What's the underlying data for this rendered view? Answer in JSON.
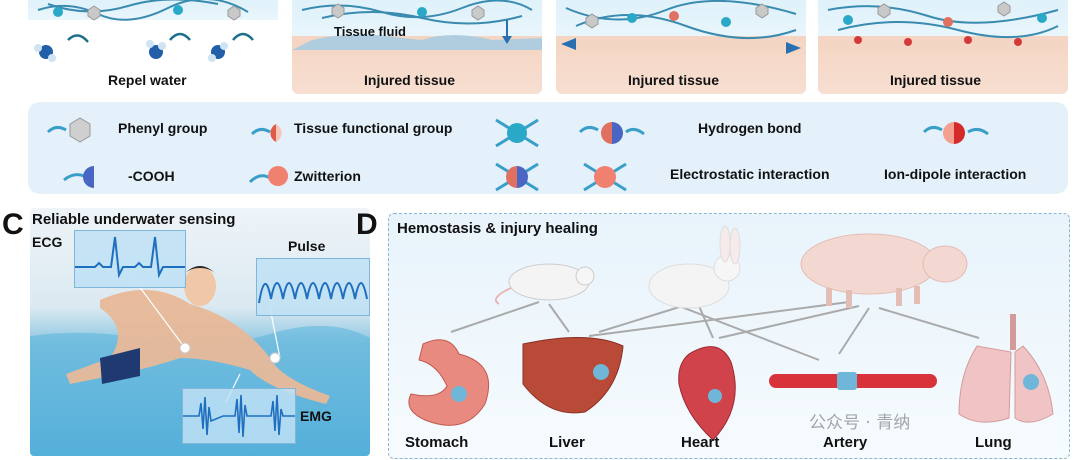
{
  "top_row": {
    "labels": [
      "Repel water",
      "Injured tissue",
      "Injured tissue",
      "Injured tissue"
    ],
    "tissue_fluid": "Tissue fluid"
  },
  "legend": {
    "phenyl": "Phenyl group",
    "tissue_functional": "Tissue functional group",
    "hydrogen_bond": "Hydrogen bond",
    "cooh": "-COOH",
    "zwitterion": "Zwitterion",
    "electrostatic": "Electrostatic interaction",
    "ion_dipole": "Ion-dipole interaction"
  },
  "panel_c": {
    "letter": "C",
    "title": "Reliable underwater sensing",
    "ecg": "ECG",
    "pulse": "Pulse",
    "emg": "EMG"
  },
  "panel_d": {
    "letter": "D",
    "title": "Hemostasis & injury healing",
    "organs": [
      "Stomach",
      "Liver",
      "Heart",
      "Artery",
      "Lung"
    ]
  },
  "watermark": "公众号 · 青纳",
  "colors": {
    "legend_bg": "#e4f1fa",
    "tissue": "#f4d4c2",
    "water": "#4ea9d6",
    "signal": "#1f6fc0"
  }
}
